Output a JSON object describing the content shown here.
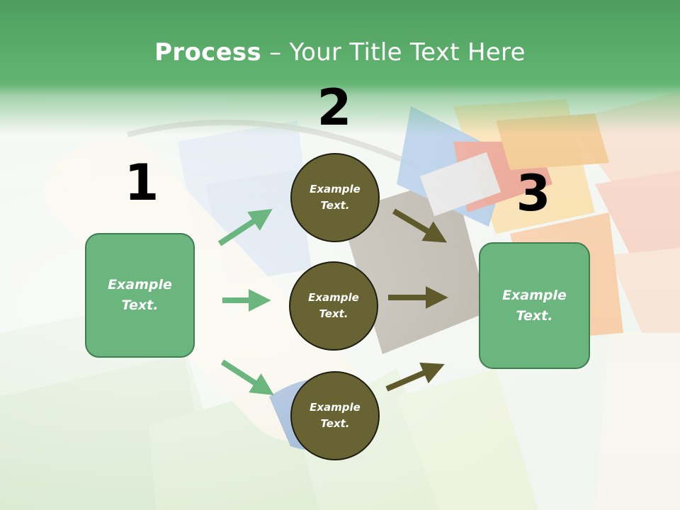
{
  "title": {
    "bold": "Process",
    "rest": " – Your Title Text Here"
  },
  "steps": {
    "one": "1",
    "two": "2",
    "three": "3"
  },
  "boxes": {
    "left": "Example\nText.",
    "right": "Example\nText."
  },
  "circles": {
    "top": "Example\nText.",
    "middle": "Example\nText.",
    "bottom": "Example\nText."
  },
  "colors": {
    "header_green": "#5daf6c",
    "box_green": "#6bb57e",
    "circle_olive": "#686332",
    "arrow_green": "#6bb57e",
    "arrow_olive": "#5e5a2c"
  },
  "background_image": "paint-roller-brushes-color-swatches"
}
